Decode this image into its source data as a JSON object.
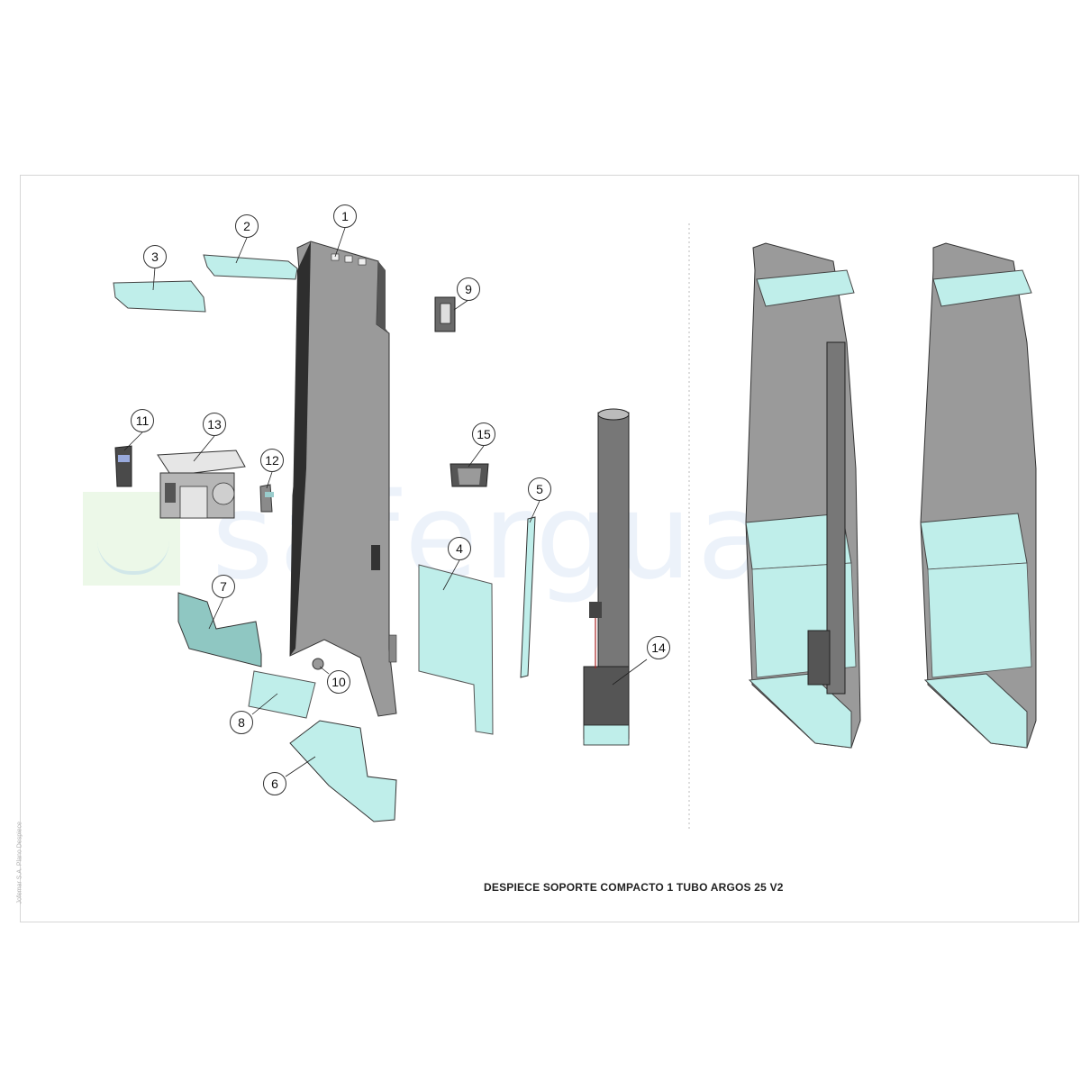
{
  "title": "DESPIECE SOPORTE COMPACTO 1 TUBO ARGOS 25 V2",
  "side_note": "Jofemar S.A. Plano Despiece",
  "watermark": "safergua",
  "colors": {
    "part": "#bfeeea",
    "metal": "#8c8c8c",
    "dark": "#3a3a3a"
  },
  "callouts": [
    "1",
    "2",
    "3",
    "4",
    "5",
    "6",
    "7",
    "8",
    "9",
    "10",
    "11",
    "12",
    "13",
    "14",
    "15"
  ]
}
